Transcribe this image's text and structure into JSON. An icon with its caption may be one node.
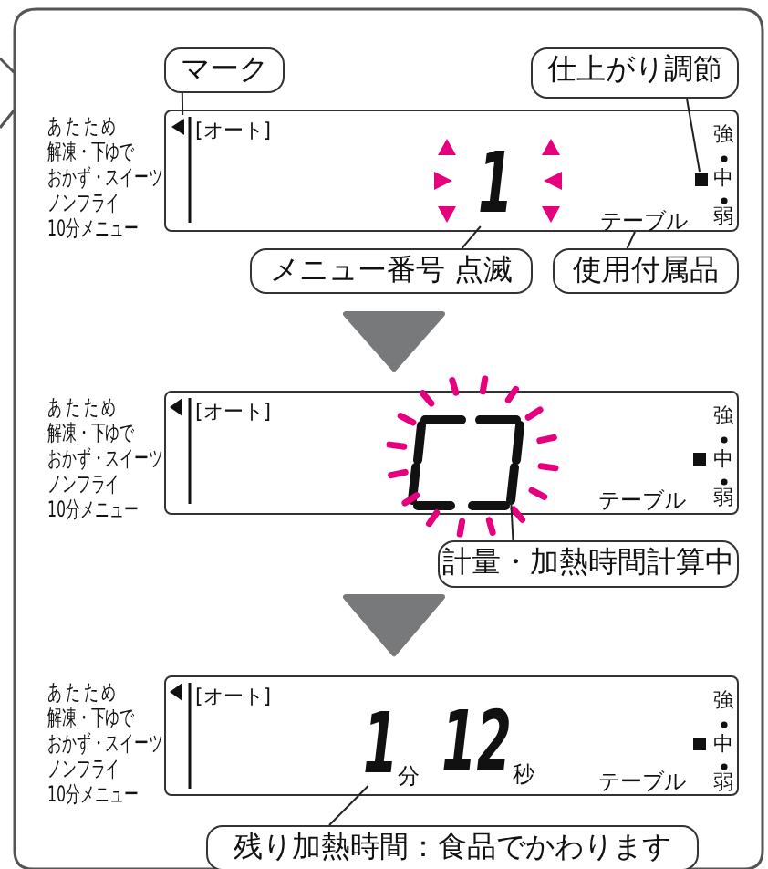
{
  "diagram": {
    "nodes": [
      {
        "text": [
          "[オート]"
        ]
      },
      {
        "text": [],
        "shape": "triangle",
        "in": 0
      },
      {
        "text": [
          "1"
        ],
        "in": 0
      },
      {
        "text": [
          "テーブル"
        ],
        "in": 0
      },
      {
        "text": [],
        "shape": "box",
        "in": 0
      },
      {
        "text": [
          "マーク"
        ]
      },
      {
        "text": [
          "仕上がり調節"
        ]
      },
      {
        "text": [
          "メニュー番号 点滅"
        ]
      },
      {
        "text": [
          "使用付属品"
        ]
      },
      {
        "text": [
          "[オート]"
        ]
      },
      {
        "text": [],
        "shape": "segments",
        "in": 9
      },
      {
        "text": [
          "計量・加熱時間計算中"
        ]
      },
      {
        "text": [
          "[オート]"
        ]
      },
      {
        "text": [
          "1",
          "分"
        ],
        "in": 12
      },
      {
        "text": [
          "残り加熱時間：食品でかわります"
        ]
      }
    ],
    "edges": [
      {
        "from": 5,
        "to": 1,
        "arrow": "none"
      },
      {
        "from": 6,
        "to": 4,
        "arrow": "none"
      },
      {
        "from": 7,
        "to": 2,
        "arrow": "none"
      },
      {
        "from": 8,
        "to": 3,
        "arrow": "none"
      },
      {
        "from": 0,
        "to": 9,
        "arrow": "to",
        "style": "thick",
        "color": "#77797b"
      },
      {
        "from": 11,
        "to": 10,
        "arrow": "none"
      },
      {
        "from": 9,
        "to": 12,
        "arrow": "to",
        "style": "thick",
        "color": "#77797b"
      },
      {
        "from": 14,
        "to": 13,
        "arrow": "none"
      }
    ],
    "labels": [
      "あたため",
      "解凍・下ゆで",
      "おかず・スイーツ",
      "ノンフライ",
      "10分メニュー",
      "強",
      "中",
      "弱",
      "あたため",
      "解凍・下ゆで",
      "おかず・スイーツ",
      "ノンフライ",
      "10分メニュー",
      "強",
      "中",
      "弱",
      "テーブル",
      "あたため",
      "解凍・下ゆで",
      "おかず・スイーツ",
      "ノンフライ",
      "10分メニュー",
      "強",
      "中",
      "弱",
      "12",
      "秒",
      "テーブル"
    ]
  }
}
